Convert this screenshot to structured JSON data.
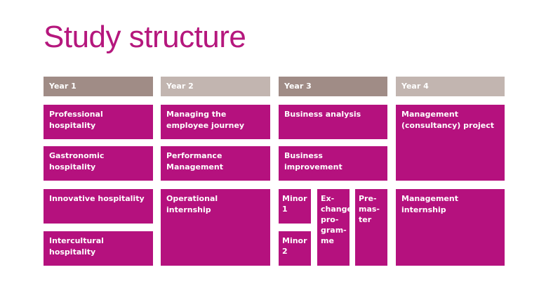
{
  "title": "Study structure",
  "colors": {
    "accent": "#b5117e",
    "header_dark": "#a08c86",
    "header_light": "#c2b5b0"
  },
  "years": [
    {
      "header": "Year 1",
      "modules": [
        "Professional hospitality",
        "Gastronomic hospitality",
        "Innovative hospitality",
        "Intercultural hospitality"
      ]
    },
    {
      "header": "Year 2",
      "modules": [
        "Managing the employee journey",
        "Performance Management",
        "Operational internship"
      ]
    },
    {
      "header": "Year 3",
      "modules": [
        "Business analysis",
        "Business improvement"
      ],
      "options": [
        "Minor 1",
        "Minor 2",
        "Ex-change pro-gram-me",
        "Pre-mas-ter"
      ]
    },
    {
      "header": "Year 4",
      "modules": [
        "Management (consultancy) project",
        "Management internship"
      ]
    }
  ]
}
